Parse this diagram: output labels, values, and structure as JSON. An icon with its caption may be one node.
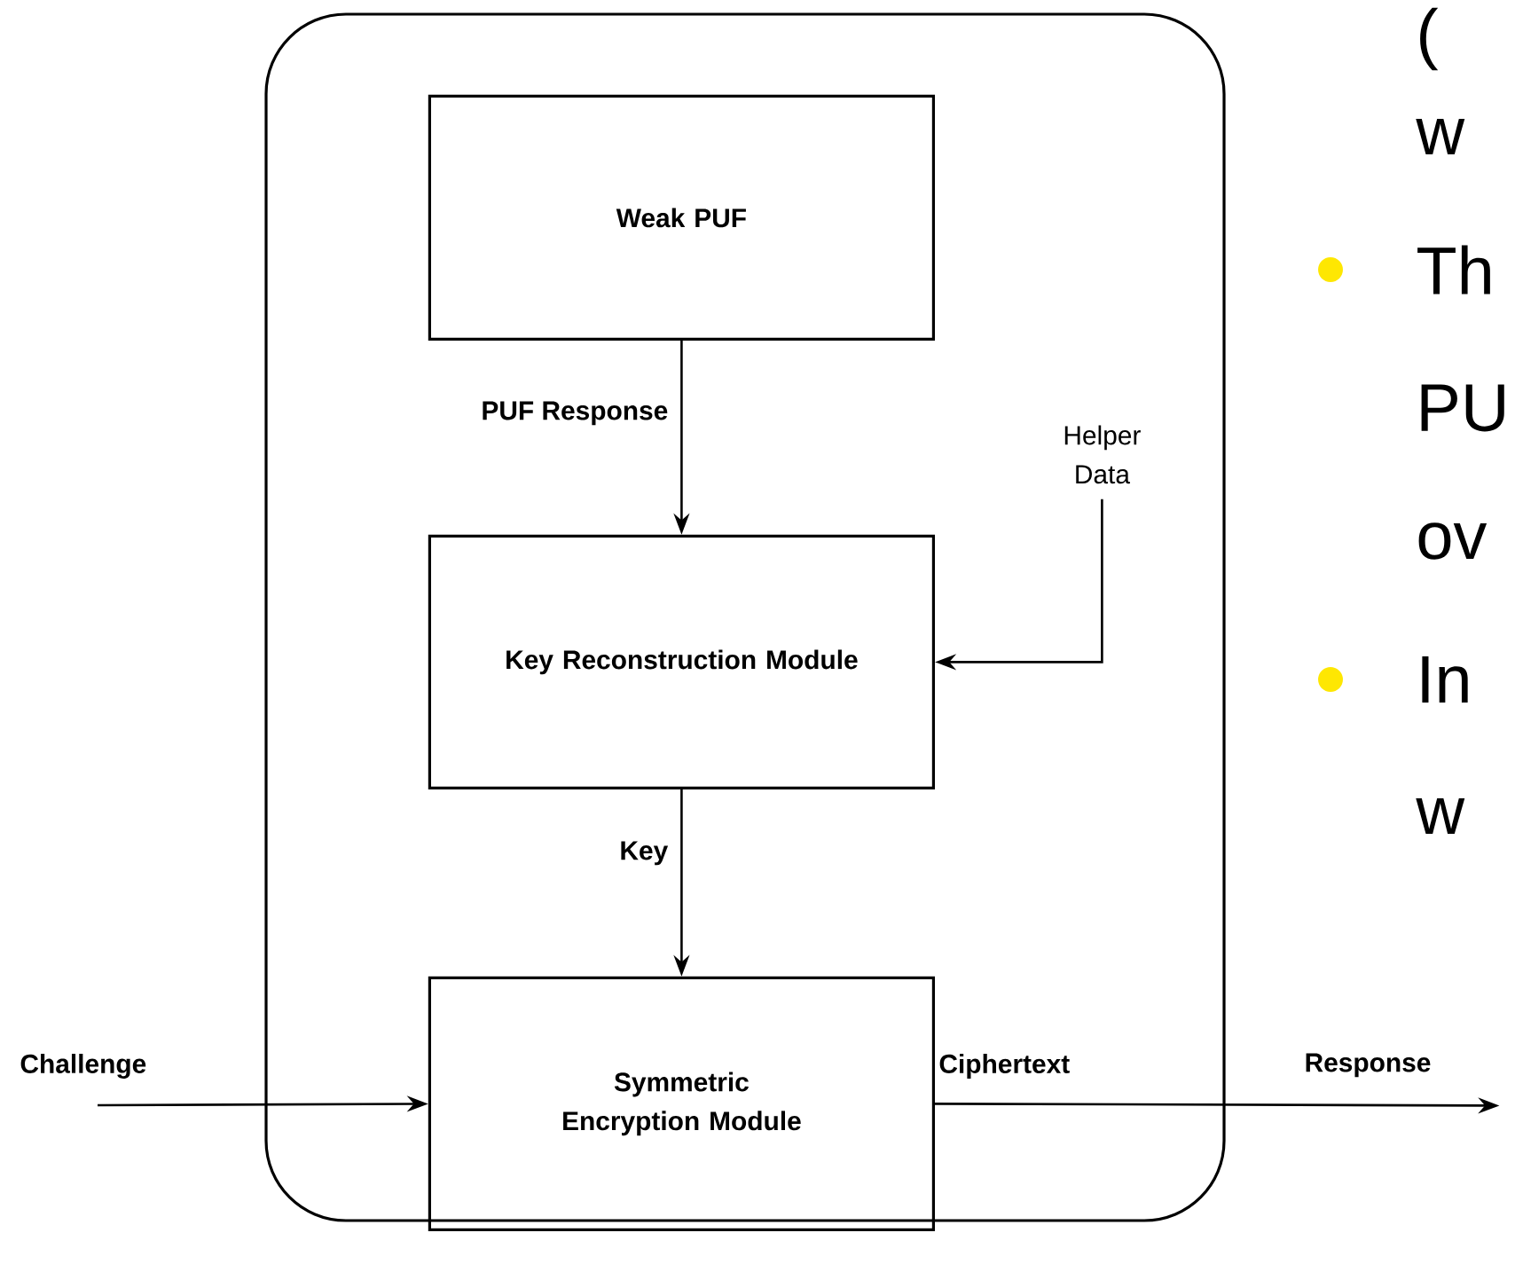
{
  "diagram": {
    "nodes": [
      {
        "text": [],
        "shape": "box"
      },
      {
        "text": [
          "Weak PUF"
        ],
        "in": 0
      },
      {
        "text": [
          "Key Reconstruction Module"
        ],
        "in": 0
      },
      {
        "text": [
          "Symmetric Encryption Module"
        ],
        "in": 0
      },
      {
        "text": [
          "Helper Data"
        ],
        "in": 0
      },
      {
        "text": [
          "Response"
        ]
      }
    ],
    "edges": [
      {
        "from": 1,
        "to": 2,
        "arrow": "to",
        "label": "PUF Response"
      },
      {
        "from": 4,
        "to": 2,
        "arrow": "to"
      },
      {
        "from": 2,
        "to": 3,
        "arrow": "to",
        "label": "Key"
      },
      {
        "from": null,
        "to": 3,
        "arrow": "to",
        "label": "Challenge"
      },
      {
        "from": 3,
        "to": 5,
        "arrow": "to",
        "label": "Ciphertext"
      }
    ],
    "labels": [
      "(",
      "w",
      "Th",
      "PU",
      "ov",
      "In",
      "w"
    ]
  }
}
